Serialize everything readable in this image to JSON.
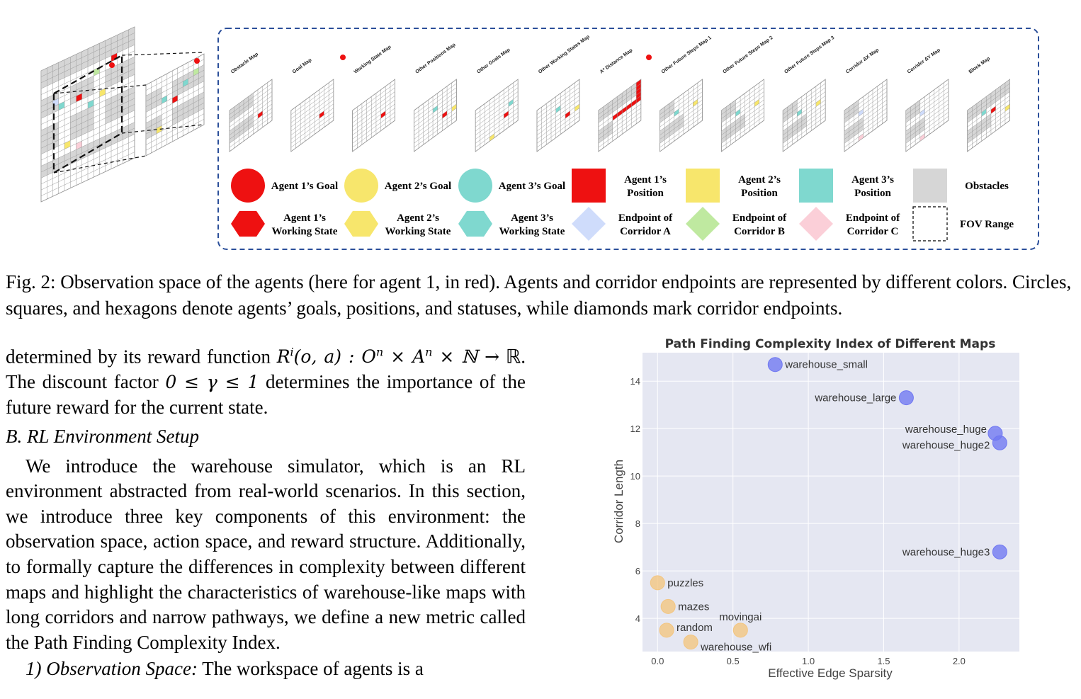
{
  "figure": {
    "source_agent_colors": {
      "agent1": "#ee1111",
      "agent2": "#f7e66c",
      "agent3": "#7fd8cf",
      "obstacle": "#d6d6d6",
      "corridor_a": "#cfdcfb",
      "corridor_b": "#bfe9a0",
      "corridor_c": "#fbcfd8",
      "border": "#2b4f9a"
    },
    "layers": [
      "Obstacle Map",
      "Goal Map",
      "Working State Map",
      "Other Positions Map",
      "Other Goals Map",
      "Other Working States Map",
      "A* Distance Map",
      "Other Future Steps Map 1",
      "Other Future Steps Map 2",
      "Other Future Steps Map 3",
      "Corridor ΔX Map",
      "Corridor ΔY Map",
      "Block Map"
    ],
    "legend": [
      {
        "shape": "circle",
        "color": "#ee1111",
        "label1": "Agent 1’s Goal",
        "label2": ""
      },
      {
        "shape": "circle",
        "color": "#f7e66c",
        "label1": "Agent 2’s Goal",
        "label2": ""
      },
      {
        "shape": "circle",
        "color": "#7fd8cf",
        "label1": "Agent 3’s Goal",
        "label2": ""
      },
      {
        "shape": "square",
        "color": "#ee1111",
        "label1": "Agent 1’s",
        "label2": "Position"
      },
      {
        "shape": "square",
        "color": "#f7e66c",
        "label1": "Agent 2’s",
        "label2": "Position"
      },
      {
        "shape": "square",
        "color": "#7fd8cf",
        "label1": "Agent 3’s",
        "label2": "Position"
      },
      {
        "shape": "square",
        "color": "#d6d6d6",
        "label1": "Obstacles",
        "label2": ""
      },
      {
        "shape": "hexagon",
        "color": "#ee1111",
        "label1": "Agent 1’s",
        "label2": "Working State"
      },
      {
        "shape": "hexagon",
        "color": "#f7e66c",
        "label1": "Agent 2’s",
        "label2": "Working State"
      },
      {
        "shape": "hexagon",
        "color": "#7fd8cf",
        "label1": "Agent 3’s",
        "label2": "Working State"
      },
      {
        "shape": "diamond",
        "color": "#cfdcfb",
        "label1": "Endpoint of",
        "label2": "Corridor A"
      },
      {
        "shape": "diamond",
        "color": "#bfe9a0",
        "label1": "Endpoint of",
        "label2": "Corridor B"
      },
      {
        "shape": "diamond",
        "color": "#fbcfd8",
        "label1": "Endpoint of",
        "label2": "Corridor C"
      },
      {
        "shape": "dashed-square",
        "color": "#000000",
        "label1": "FOV Range",
        "label2": ""
      }
    ]
  },
  "caption": "Fig. 2: Observation space of the agents (here for agent 1, in red). Agents and corridor endpoints are represented by different colors. Circles, squares, and hexagons denote agents’ goals, positions, and statuses, while diamonds mark corridor endpoints.",
  "body": {
    "p1_text_a": "determined by its reward function ",
    "p1_math_a": "R",
    "p1_math_sup": "i",
    "p1_math_b": "(o, a) : O",
    "p1_math_sup_n": "n",
    "p1_math_c": " × A",
    "p1_math_sup_n2": "n",
    "p1_math_d": " × ℕ →",
    "p1_text_b": "ℝ. The discount factor ",
    "p1_math_e": "0 ≤ γ ≤ 1",
    "p1_text_c": " determines the importance of the future reward for the current state.",
    "section_heading": "B.  RL Environment Setup",
    "p2": "We introduce the warehouse simulator, which is an RL environment abstracted from real-world scenarios. In this section, we introduce three key components of this environment: the observation space, action space, and reward structure. Additionally, to formally capture the differences in complexity between different maps and highlight the characteristics of warehouse-like maps with long corridors and narrow pathways, we define a new metric called the Path Finding Complexity Index.",
    "p3_head": "1) Observation Space:",
    "p3_text": " The workspace of agents is a"
  },
  "chart_data": {
    "type": "scatter",
    "title": "Path Finding Complexity Index of Different Maps",
    "xlabel": "Effective Edge Sparsity",
    "ylabel": "Corridor Length",
    "xlim": [
      -0.1,
      2.4
    ],
    "ylim": [
      2.6,
      15.2
    ],
    "xticks": [
      0.0,
      0.5,
      1.0,
      1.5,
      2.0
    ],
    "xtick_labels": [
      "0.0",
      "0.5",
      "1.0",
      "1.5",
      "2.0"
    ],
    "yticks": [
      4,
      6,
      8,
      10,
      12,
      14
    ],
    "ytick_labels": [
      "4",
      "6",
      "8",
      "10",
      "12",
      "14"
    ],
    "grid": true,
    "legend": "none",
    "colors": {
      "warehouse": "#6f77f2",
      "other": "#f3c57f",
      "plot_bg": "#e5e7f2"
    },
    "points": [
      {
        "label": "warehouse_small",
        "x": 0.78,
        "y": 14.7,
        "group": "warehouse",
        "label_side": "right"
      },
      {
        "label": "warehouse_large",
        "x": 1.65,
        "y": 13.3,
        "group": "warehouse",
        "label_side": "left"
      },
      {
        "label": "warehouse_huge",
        "x": 2.24,
        "y": 11.8,
        "group": "warehouse",
        "label_side": "left-up"
      },
      {
        "label": "warehouse_huge2",
        "x": 2.27,
        "y": 11.4,
        "group": "warehouse",
        "label_side": "left-down"
      },
      {
        "label": "warehouse_huge3",
        "x": 2.27,
        "y": 6.8,
        "group": "warehouse",
        "label_side": "left"
      },
      {
        "label": "puzzles",
        "x": 0.0,
        "y": 5.5,
        "group": "other",
        "label_side": "right"
      },
      {
        "label": "mazes",
        "x": 0.07,
        "y": 4.5,
        "group": "other",
        "label_side": "right"
      },
      {
        "label": "random",
        "x": 0.06,
        "y": 3.5,
        "group": "other",
        "label_side": "right-up"
      },
      {
        "label": "movingai",
        "x": 0.55,
        "y": 3.5,
        "group": "other",
        "label_side": "up"
      },
      {
        "label": "warehouse_wfi",
        "x": 0.22,
        "y": 3.0,
        "group": "other",
        "label_side": "right-down"
      }
    ]
  }
}
